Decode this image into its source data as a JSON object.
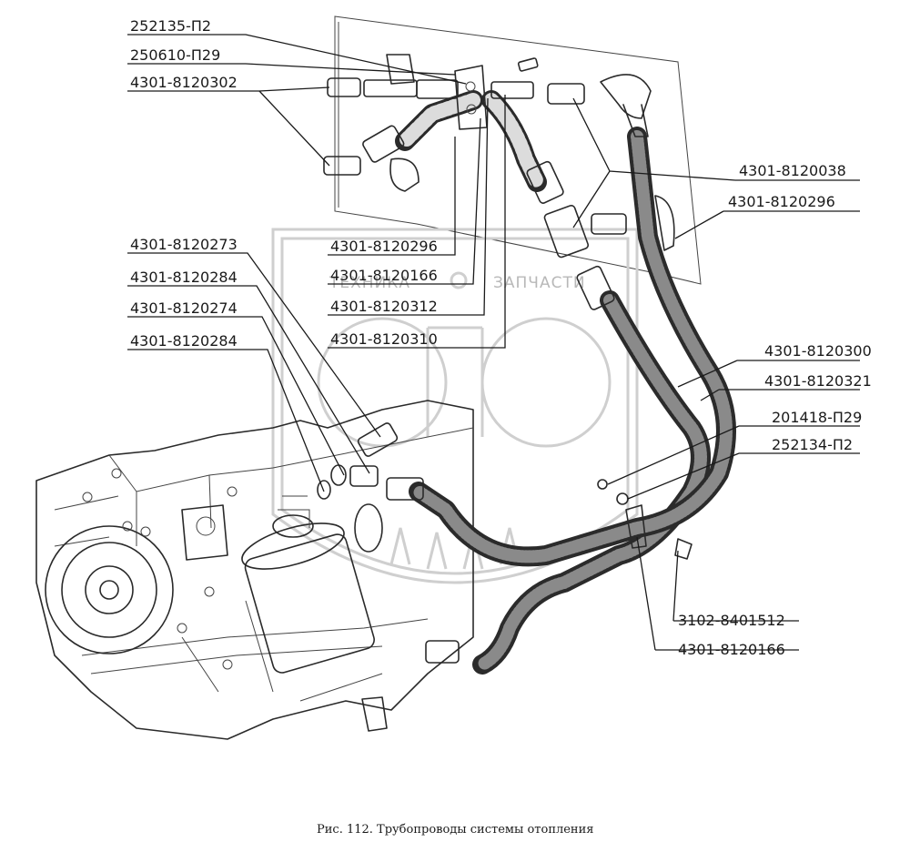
{
  "labels": {
    "l252135": "252135-П2",
    "l250610": "250610-П29",
    "l8120302": "4301-8120302",
    "l8120038": "4301-8120038",
    "l8120296r": "4301-8120296",
    "l8120296c": "4301-8120296",
    "l8120166c": "4301-8120166",
    "l8120312": "4301-8120312",
    "l8120310": "4301-8120310",
    "l8120273": "4301-8120273",
    "l8120284a": "4301-8120284",
    "l8120274": "4301-8120274",
    "l8120284b": "4301-8120284",
    "l8120300": "4301-8120300",
    "l8120321": "4301-8120321",
    "l201418": "201418-П29",
    "l252134": "252134-П2",
    "l8401512": "3102-8401512",
    "l8120166b": "4301-8120166"
  },
  "watermark": {
    "left": "ТЕХНИКА",
    "right": "ЗАПЧАСТИ",
    "logo": "ЭПФ"
  },
  "caption": "Рис. 112.  Трубопроводы системы отопления",
  "colors": {
    "ink": "#1a1a1a",
    "watermark": "#cfcfcf",
    "hose": "#2b2b2b"
  }
}
